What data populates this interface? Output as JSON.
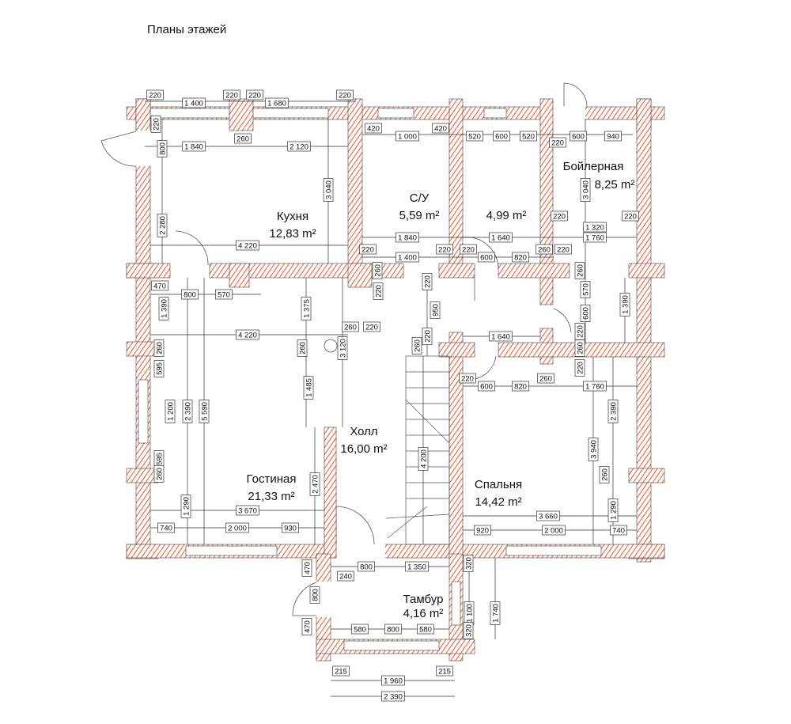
{
  "title": "Планы этажей",
  "rooms": [
    {
      "name": "Кухня",
      "area": "12,83 m²"
    },
    {
      "name": "С/У",
      "area": "5,59 m²"
    },
    {
      "name": "",
      "area": "4,99 m²"
    },
    {
      "name": "Бойлерная",
      "area": "8,25 m²"
    },
    {
      "name": "Холл",
      "area": "16,00 m²"
    },
    {
      "name": "Гостиная",
      "area": "21,33 m²"
    },
    {
      "name": "Спальня",
      "area": "14,42 m²"
    },
    {
      "name": "Тамбур",
      "area": "4,16 m²"
    }
  ],
  "dims": [
    "220",
    "1 400",
    "220",
    "220",
    "1 680",
    "220",
    "420",
    "1 000",
    "420",
    "520",
    "600",
    "520",
    "600",
    "940",
    "220",
    "220",
    "800",
    "2 280",
    "1 840",
    "260",
    "2 120",
    "3 040",
    "3 040",
    "220",
    "1 320",
    "220",
    "1 840",
    "1 640",
    "1 760",
    "4 220",
    "220",
    "220",
    "220",
    "260",
    "220",
    "1 400",
    "600",
    "820",
    "260",
    "220",
    "220",
    "950",
    "260",
    "570",
    "600",
    "220",
    "260",
    "220",
    "1 390",
    "1 375",
    "1 390",
    "470",
    "800",
    "570",
    "260",
    "220",
    "4 220",
    "1 640",
    "260",
    "3 120",
    "260",
    "220",
    "260",
    "595",
    "1 200",
    "2 390",
    "5 590",
    "595",
    "260",
    "1 485",
    "220",
    "600",
    "820",
    "260",
    "1 760",
    "2 390",
    "3 940",
    "4 200",
    "2 470",
    "260",
    "1 290",
    "3 670",
    "1 290",
    "3 660",
    "740",
    "2 000",
    "930",
    "920",
    "2 000",
    "740",
    "470",
    "240",
    "800",
    "1 350",
    "320",
    "800",
    "1 100",
    "1 740",
    "470",
    "580",
    "800",
    "580",
    "320",
    "215",
    "1 960",
    "215",
    "2 390"
  ],
  "colors": {
    "wall_hatch": "#e8643c",
    "line": "#333333"
  }
}
